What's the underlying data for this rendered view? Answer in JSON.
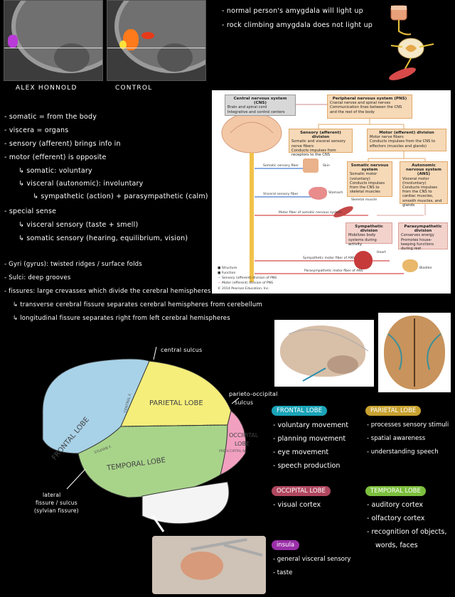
{
  "mri": {
    "left_caption": "ALEX HONNOLD",
    "right_caption": "CONTROL"
  },
  "amygdala_notes": [
    "- normal person's amygdala will light up",
    "- rock climbing amygdala does not light up"
  ],
  "nervous_notes": [
    "- somatic = from the body",
    "- viscera = organs",
    "- sensory (afferent) brings info in",
    "- motor (efferent) is opposite",
    "↳ somatic: voluntary",
    "↳ visceral (autonomic): involuntary",
    "↳ sympathetic (action) + parasympathetic (calm)",
    "- special sense",
    "↳ visceral sensory (taste + smell)",
    "↳ somatic sensory (hearing, equilibrium, vision)"
  ],
  "gyri_notes": [
    "- Gyri (gyrus): twisted ridges / surface folds",
    "- Sulci: deep grooves",
    "- fissures: large crevasses which divide the cerebral hemispheres",
    "↳ transverse cerebral fissure separates cerebral hemispheres from cerebellum",
    "↳ longitudinal fissure separates right from left cerebral hemispheres"
  ],
  "diagram": {
    "cns_title": "Central nervous system (CNS)",
    "cns_items": [
      "Brain and spinal cord",
      "Integrative and control centers"
    ],
    "pns_title": "Peripheral nervous system (PNS)",
    "pns_items": [
      "Cranial nerves and spinal nerves",
      "Communication lines between the CNS and the rest of the body"
    ],
    "sensory_title": "Sensory (afferent) division",
    "sensory_items": [
      "Somatic and visceral sensory nerve fibers",
      "Conducts impulses from receptors to the CNS"
    ],
    "motor_title": "Motor (efferent) division",
    "motor_items": [
      "Motor nerve fibers",
      "Conducts impulses from the CNS to effectors (muscles and glands)"
    ],
    "somatic_title": "Somatic nervous system",
    "somatic_items": [
      "Somatic motor (voluntary)",
      "Conducts impulses from the CNS to skeletal muscles"
    ],
    "ans_title": "Autonomic nervous system (ANS)",
    "ans_items": [
      "Visceral motor (involuntary)",
      "Conducts impulses from the CNS to cardiac muscles, smooth muscles, and glands"
    ],
    "symp_title": "Sympathetic division",
    "symp_items": [
      "Mobilizes body systems during activity"
    ],
    "para_title": "Parasympathetic division",
    "para_items": [
      "Conserves energy",
      "Promotes house-keeping functions during rest"
    ],
    "labels": {
      "skin": "Skin",
      "stomach": "Stomach",
      "skeletal": "Skeletal muscle",
      "heart": "Heart",
      "bladder": "Bladder",
      "somatic_fiber": "Somatic sensory fiber",
      "visceral_fiber": "Visceral sensory fiber",
      "motor_fiber": "Motor fiber of somatic nervous system",
      "symp_fiber": "Sympathetic motor fiber of ANS",
      "para_fiber": "Parasympathetic motor fiber of ANS"
    },
    "legend": [
      "Structure",
      "Function",
      "Sensory (afferent) division of PNS",
      "Motor (efferent) division of PNS"
    ],
    "copyright": "© 2014 Pearson Education, Inc."
  },
  "brain": {
    "central_sulcus": "central sulcus",
    "parieto_occipital": [
      "parieto-occipital",
      "sulcus"
    ],
    "lateral_fissure": [
      "lateral",
      "fissure / sulcus",
      "(sylvian fissure)"
    ],
    "frontal": "FRONTAL LOBE",
    "parietal": "PARIETAL LOBE",
    "temporal": "TEMPORAL LOBE",
    "occipital": [
      "OCCIPITAL",
      "LOBE"
    ],
    "central_f": "CENTRAL F.",
    "sylvian_f": "SYLVIAN F.",
    "preoccipital": "PREOCCIPITAL N."
  },
  "lobes": {
    "frontal": {
      "title": "FRONTAL LOBE",
      "color": "#1aa3b8",
      "items": [
        "- voluntary movement",
        "- planning movement",
        "- eye movement",
        "- speech production"
      ]
    },
    "parietal": {
      "title": "PARIETAL LOBE",
      "color": "#c8a230",
      "items": [
        "- processes sensory stimuli",
        "- spatial awareness",
        "- understanding speech"
      ]
    },
    "occipital": {
      "title": "OCCIPITAL LOBE",
      "color": "#b0475f",
      "items": [
        "- visual cortex"
      ]
    },
    "temporal": {
      "title": "TEMPORAL LOBE",
      "color": "#7cbf3e",
      "items": [
        "- auditory cortex",
        "- olfactory cortex",
        "- recognition of objects,",
        "words, faces"
      ]
    },
    "insula": {
      "title": "insula",
      "color": "#9a2fa8",
      "items": [
        "- general visceral sensory",
        "- taste"
      ]
    }
  }
}
